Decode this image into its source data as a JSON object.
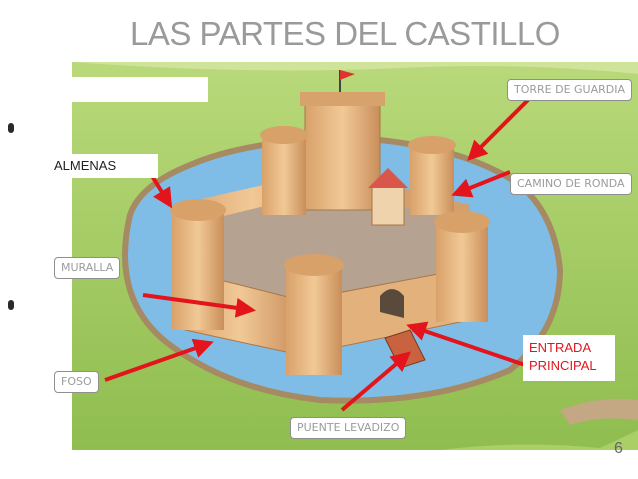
{
  "title": "LAS PARTES DEL CASTILLO",
  "labels": {
    "torre_de_guardia": "TORRE DE GUARDIA",
    "almenas": "ALMENAS",
    "camino_de_ronda": "CAMINO DE RONDA",
    "muralla": "MURALLA",
    "foso": "FOSO",
    "entrada_principal_line1": "ENTRADA",
    "entrada_principal_line2": "PRINCIPAL",
    "puente_levadizo": "PUENTE LEVADIZO"
  },
  "page_number": "6",
  "colors": {
    "arrow": "#e3141b",
    "water": "#76b8e4",
    "grass": "#9cc45a",
    "stone": "#e7bb86",
    "label_text": "#9b9b9b"
  }
}
